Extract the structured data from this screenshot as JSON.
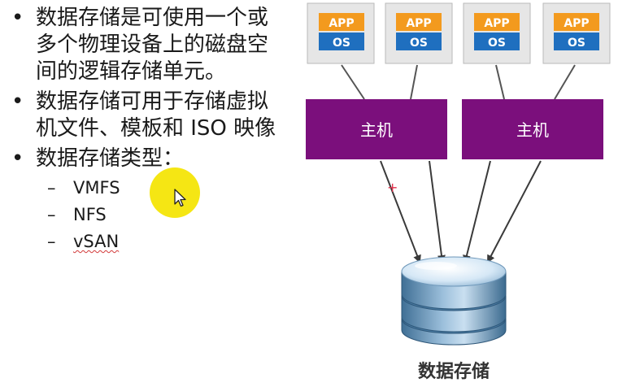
{
  "bullets": [
    "数据存储是可使用一个或多个物理设备上的磁盘空间的逻辑存储单元。",
    "数据存储可用于存储虚拟机文件、模板和 ISO 映像",
    "数据存储类型："
  ],
  "bullet_lines": [
    [
      "数据存储是可使用一个或",
      "多个物理设备上的磁盘空",
      "间的逻辑存储单元。"
    ],
    [
      "数据存储可用于存储虚拟",
      "机文件、模板和 ISO 映像"
    ],
    [
      "数据存储类型："
    ]
  ],
  "storage_types": [
    "VMFS",
    "NFS",
    "vSAN"
  ],
  "vms": [
    {
      "app": "APP",
      "os": "OS"
    },
    {
      "app": "APP",
      "os": "OS"
    },
    {
      "app": "APP",
      "os": "OS"
    },
    {
      "app": "APP",
      "os": "OS"
    }
  ],
  "hosts": [
    "主机",
    "主机"
  ],
  "datastore_label": "数据存储",
  "colors": {
    "host": "#7b0f7c",
    "app_orange": "#f39a1e",
    "os_blue": "#1f6fbf",
    "pointer": "#f4e400"
  }
}
